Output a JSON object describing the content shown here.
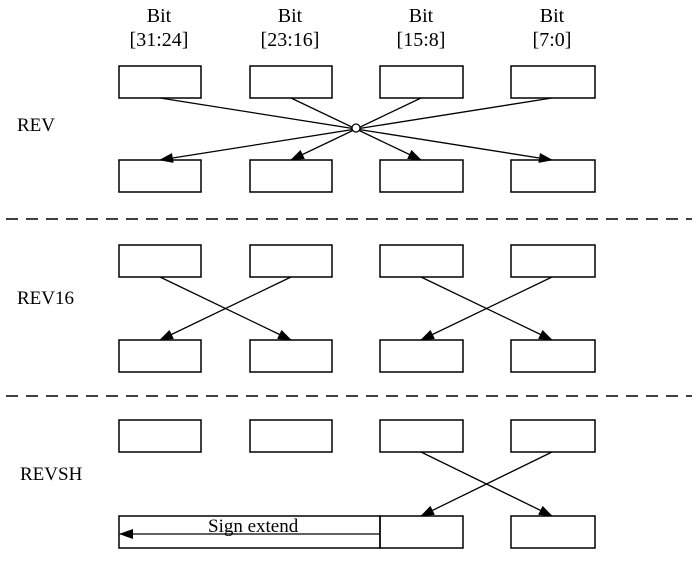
{
  "columns": [
    {
      "line1": "Bit",
      "line2": "[31:24]"
    },
    {
      "line1": "Bit",
      "line2": "[23:16]"
    },
    {
      "line1": "Bit",
      "line2": "[15:8]"
    },
    {
      "line1": "Bit",
      "line2": "[7:0]"
    }
  ],
  "rows": [
    {
      "label": "REV"
    },
    {
      "label": "REV16"
    },
    {
      "label": "REVSH"
    }
  ],
  "sign_extend_label": "Sign extend"
}
